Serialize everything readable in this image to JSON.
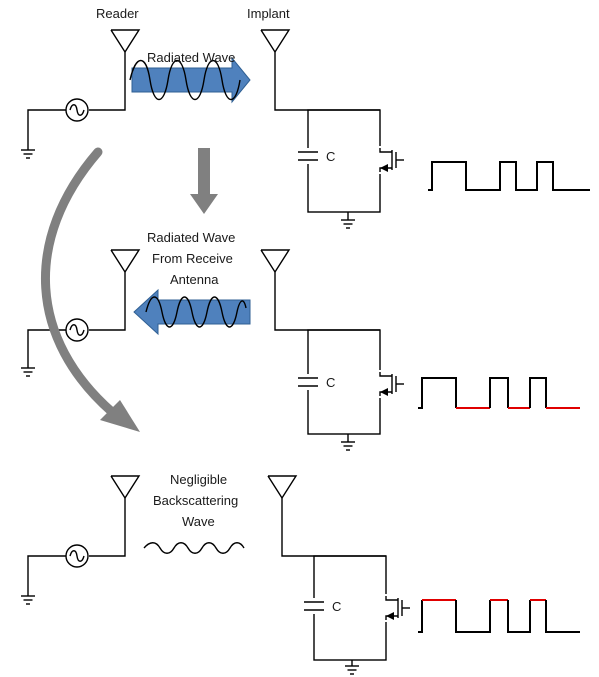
{
  "labels": {
    "reader": "Reader",
    "implant": "Implant",
    "wave1": "Radiated Wave",
    "wave2_line1": "Radiated Wave",
    "wave2_line2": "From Receive",
    "wave2_line3": "Antenna",
    "wave3_line1": "Negligible",
    "wave3_line2": "Backscattering",
    "wave3_line3": "Wave",
    "cap1": "C",
    "cap2": "C",
    "cap3": "C"
  },
  "colors": {
    "wire": "#000000",
    "wave_arrow": "#4f81bd",
    "process_arrow": "#808080",
    "highlight": "#e00000"
  },
  "icons": [
    "antenna-icon",
    "ac-source-icon",
    "ground-icon",
    "capacitor-icon",
    "mosfet-icon",
    "square-wave-icon"
  ]
}
